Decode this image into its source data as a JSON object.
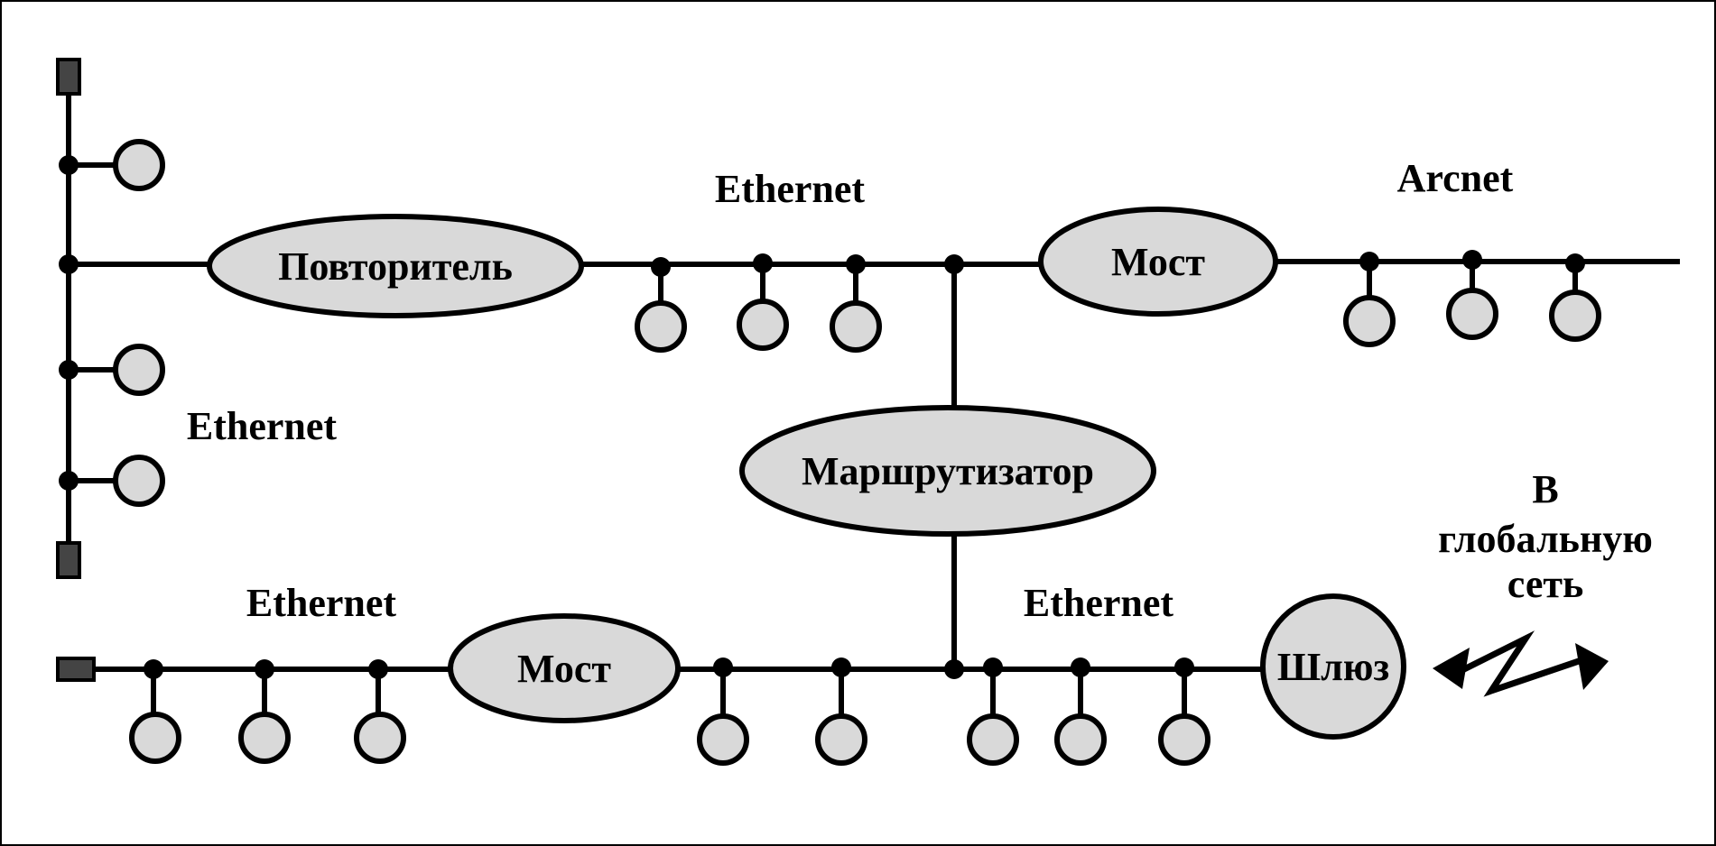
{
  "devices": {
    "repeater": "Повторитель",
    "bridge_top": "Мост",
    "router": "Маршрутизатор",
    "bridge_bottom": "Мост",
    "gateway": "Шлюз"
  },
  "segments": {
    "left_vertical": "Ethernet",
    "top_middle": "Ethernet",
    "top_right": "Arcnet",
    "bottom_left": "Ethernet",
    "bottom_middle": "Ethernet"
  },
  "wan": {
    "line1": "В",
    "line2": "глобальную",
    "line3": "сеть"
  },
  "icons": {
    "gateway_link": "lightning-arrow-icon"
  },
  "colors": {
    "node_fill": "#d9d9d9",
    "line": "#000000",
    "terminator": "#444444"
  }
}
